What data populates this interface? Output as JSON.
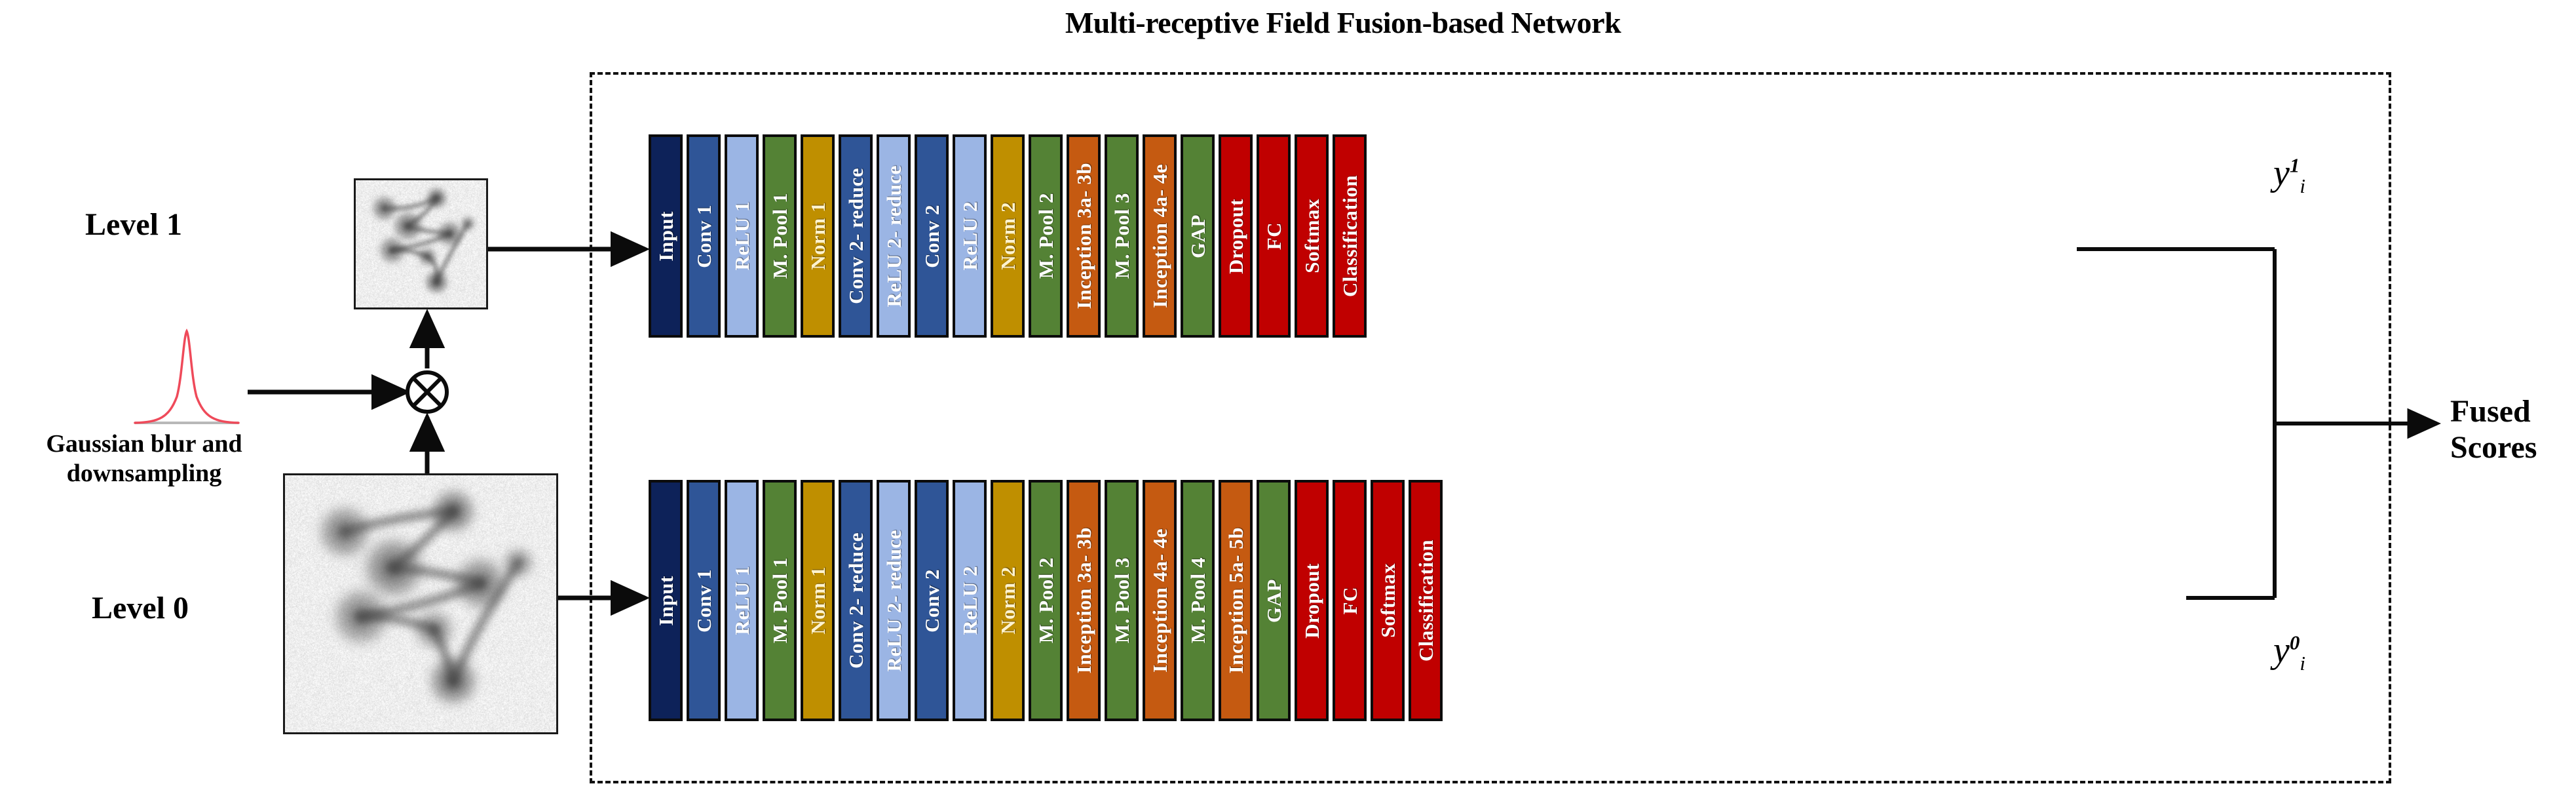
{
  "figure": {
    "title": "Multi-receptive Field Fusion-based Network",
    "left_panel": {
      "level1_label": "Level 1",
      "level0_label": "Level 0",
      "blur_caption": "Gaussian blur and downsampling",
      "gaussian_curve_name": "gaussian-kernel-curve",
      "multiply_symbol": "⊗"
    },
    "outputs": {
      "y_top_base": "y",
      "y_top_sub": "i",
      "y_top_sup": "1",
      "y_bottom_base": "y",
      "y_bottom_sub": "i",
      "y_bottom_sup": "0",
      "fused_line1": "Fused",
      "fused_line2": "Scores"
    },
    "colors": {
      "navy": "#0d2259",
      "blue": "#2f5597",
      "light_blue": "#9bb5e4",
      "green": "#548235",
      "gold": "#bf8f00",
      "orange": "#c55a11",
      "red": "#c00000",
      "outline": "#0b0b0b",
      "gaussian_stroke": "#ef4a5a",
      "dashed_border": "#111111"
    },
    "pipelines": [
      {
        "id": "level1-branch",
        "name": "Top pipeline (Level 1)",
        "output": "y_i^1",
        "blocks": [
          {
            "label": "Input",
            "color": "navy",
            "text": "white",
            "width": 52
          },
          {
            "label": "Conv 1",
            "color": "blue",
            "text": "white",
            "width": 52
          },
          {
            "label": "ReLU 1",
            "color": "light_blue",
            "text": "white",
            "width": 52
          },
          {
            "label": "M. Pool 1",
            "color": "green",
            "text": "white",
            "width": 52
          },
          {
            "label": "Norm 1",
            "color": "gold",
            "text": "cream",
            "width": 52
          },
          {
            "label": "Conv 2- reduce",
            "color": "blue",
            "text": "white",
            "width": 52
          },
          {
            "label": "ReLU 2- reduce",
            "color": "light_blue",
            "text": "white",
            "width": 52
          },
          {
            "label": "Conv 2",
            "color": "blue",
            "text": "white",
            "width": 52
          },
          {
            "label": "ReLU 2",
            "color": "light_blue",
            "text": "white",
            "width": 52
          },
          {
            "label": "Norm 2",
            "color": "gold",
            "text": "cream",
            "width": 52
          },
          {
            "label": "M. Pool 2",
            "color": "green",
            "text": "white",
            "width": 52
          },
          {
            "label": "Inception 3a- 3b",
            "color": "orange",
            "text": "white",
            "width": 52
          },
          {
            "label": "M. Pool 3",
            "color": "green",
            "text": "white",
            "width": 52
          },
          {
            "label": "Inception 4a- 4e",
            "color": "orange",
            "text": "white",
            "width": 52
          },
          {
            "label": "GAP",
            "color": "green",
            "text": "white",
            "width": 52
          },
          {
            "label": "Dropout",
            "color": "red",
            "text": "white",
            "width": 52
          },
          {
            "label": "FC",
            "color": "red",
            "text": "white",
            "width": 52
          },
          {
            "label": "Softmax",
            "color": "red",
            "text": "white",
            "width": 52
          },
          {
            "label": "Classification",
            "color": "red",
            "text": "white",
            "width": 52
          }
        ]
      },
      {
        "id": "level0-branch",
        "name": "Bottom pipeline (Level 0)",
        "output": "y_i^0",
        "blocks": [
          {
            "label": "Input",
            "color": "navy",
            "text": "white",
            "width": 52
          },
          {
            "label": "Conv 1",
            "color": "blue",
            "text": "white",
            "width": 52
          },
          {
            "label": "ReLU 1",
            "color": "light_blue",
            "text": "white",
            "width": 52
          },
          {
            "label": "M. Pool 1",
            "color": "green",
            "text": "white",
            "width": 52
          },
          {
            "label": "Norm 1",
            "color": "gold",
            "text": "cream",
            "width": 52
          },
          {
            "label": "Conv 2- reduce",
            "color": "blue",
            "text": "white",
            "width": 52
          },
          {
            "label": "ReLU 2- reduce",
            "color": "light_blue",
            "text": "white",
            "width": 52
          },
          {
            "label": "Conv 2",
            "color": "blue",
            "text": "white",
            "width": 52
          },
          {
            "label": "ReLU 2",
            "color": "light_blue",
            "text": "white",
            "width": 52
          },
          {
            "label": "Norm 2",
            "color": "gold",
            "text": "cream",
            "width": 52
          },
          {
            "label": "M. Pool 2",
            "color": "green",
            "text": "white",
            "width": 52
          },
          {
            "label": "Inception 3a- 3b",
            "color": "orange",
            "text": "white",
            "width": 52
          },
          {
            "label": "M. Pool 3",
            "color": "green",
            "text": "white",
            "width": 52
          },
          {
            "label": "Inception 4a- 4e",
            "color": "orange",
            "text": "white",
            "width": 52
          },
          {
            "label": "M. Pool 4",
            "color": "green",
            "text": "white",
            "width": 52
          },
          {
            "label": "Inception 5a- 5b",
            "color": "orange",
            "text": "white",
            "width": 52
          },
          {
            "label": "GAP",
            "color": "green",
            "text": "white",
            "width": 52
          },
          {
            "label": "Dropout",
            "color": "red",
            "text": "white",
            "width": 52
          },
          {
            "label": "FC",
            "color": "red",
            "text": "white",
            "width": 52
          },
          {
            "label": "Softmax",
            "color": "red",
            "text": "white",
            "width": 52
          },
          {
            "label": "Classification",
            "color": "red",
            "text": "white",
            "width": 52
          }
        ]
      }
    ]
  }
}
